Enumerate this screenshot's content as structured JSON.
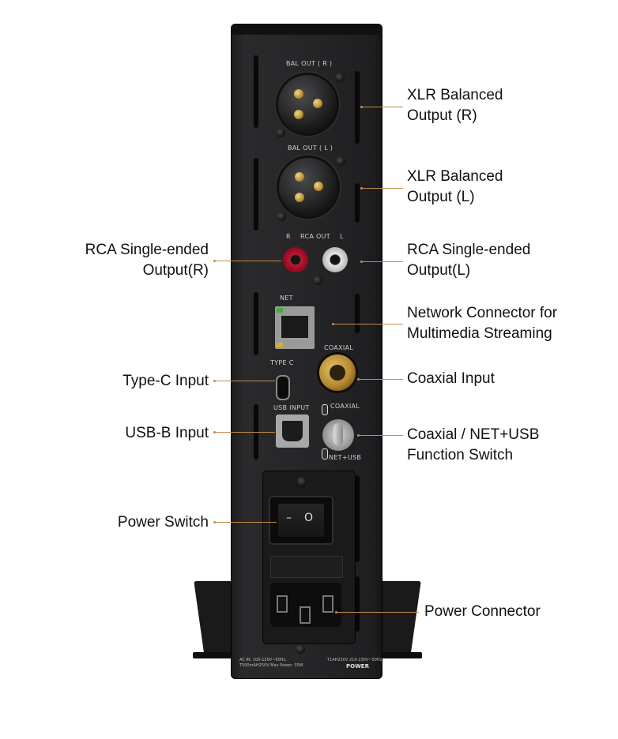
{
  "panel_text": {
    "bal_out_r": "BAL OUT ( R )",
    "bal_out_l": "BAL OUT ( L )",
    "rca_r": "R",
    "rca_out": "RCA OUT",
    "rca_l": "L",
    "net": "NET",
    "type_c": "TYPE C",
    "coaxial": "COAXIAL",
    "usb_input": "USB INPUT",
    "switch_coaxial": "COAXIAL",
    "switch_net_usb": "NET+USB",
    "power_off_symbol": "–",
    "power_on_symbol": "O",
    "rating_left_1": "AC IN: 100-120V~60Hz,",
    "rating_left_2": "T500mAH250V   Max Power: 35W",
    "rating_right_1": "T1AH250V 210-230V~50Hz,",
    "power": "POWER"
  },
  "callouts": {
    "xlr_r": [
      "XLR Balanced",
      "Output (R)"
    ],
    "xlr_l": [
      "XLR Balanced",
      "Output (L)"
    ],
    "rca_r": [
      "RCA Single-ended",
      "Output(R)"
    ],
    "rca_l": [
      "RCA Single-ended",
      "Output(L)"
    ],
    "network": [
      "Network Connector for",
      "Multimedia Streaming"
    ],
    "type_c": [
      "Type-C Input"
    ],
    "coaxial": [
      "Coaxial Input"
    ],
    "usb_b": [
      "USB-B Input"
    ],
    "function_switch": [
      "Coaxial / NET+USB",
      "Function Switch"
    ],
    "power_switch": [
      "Power Switch"
    ],
    "power_connector": [
      "Power Connector"
    ]
  },
  "colors": {
    "leader_line": "#c58b4c",
    "label_text": "#111111",
    "rca_red": "#c8102e",
    "rca_white": "#e8e8e8",
    "device_body": "#262628"
  }
}
